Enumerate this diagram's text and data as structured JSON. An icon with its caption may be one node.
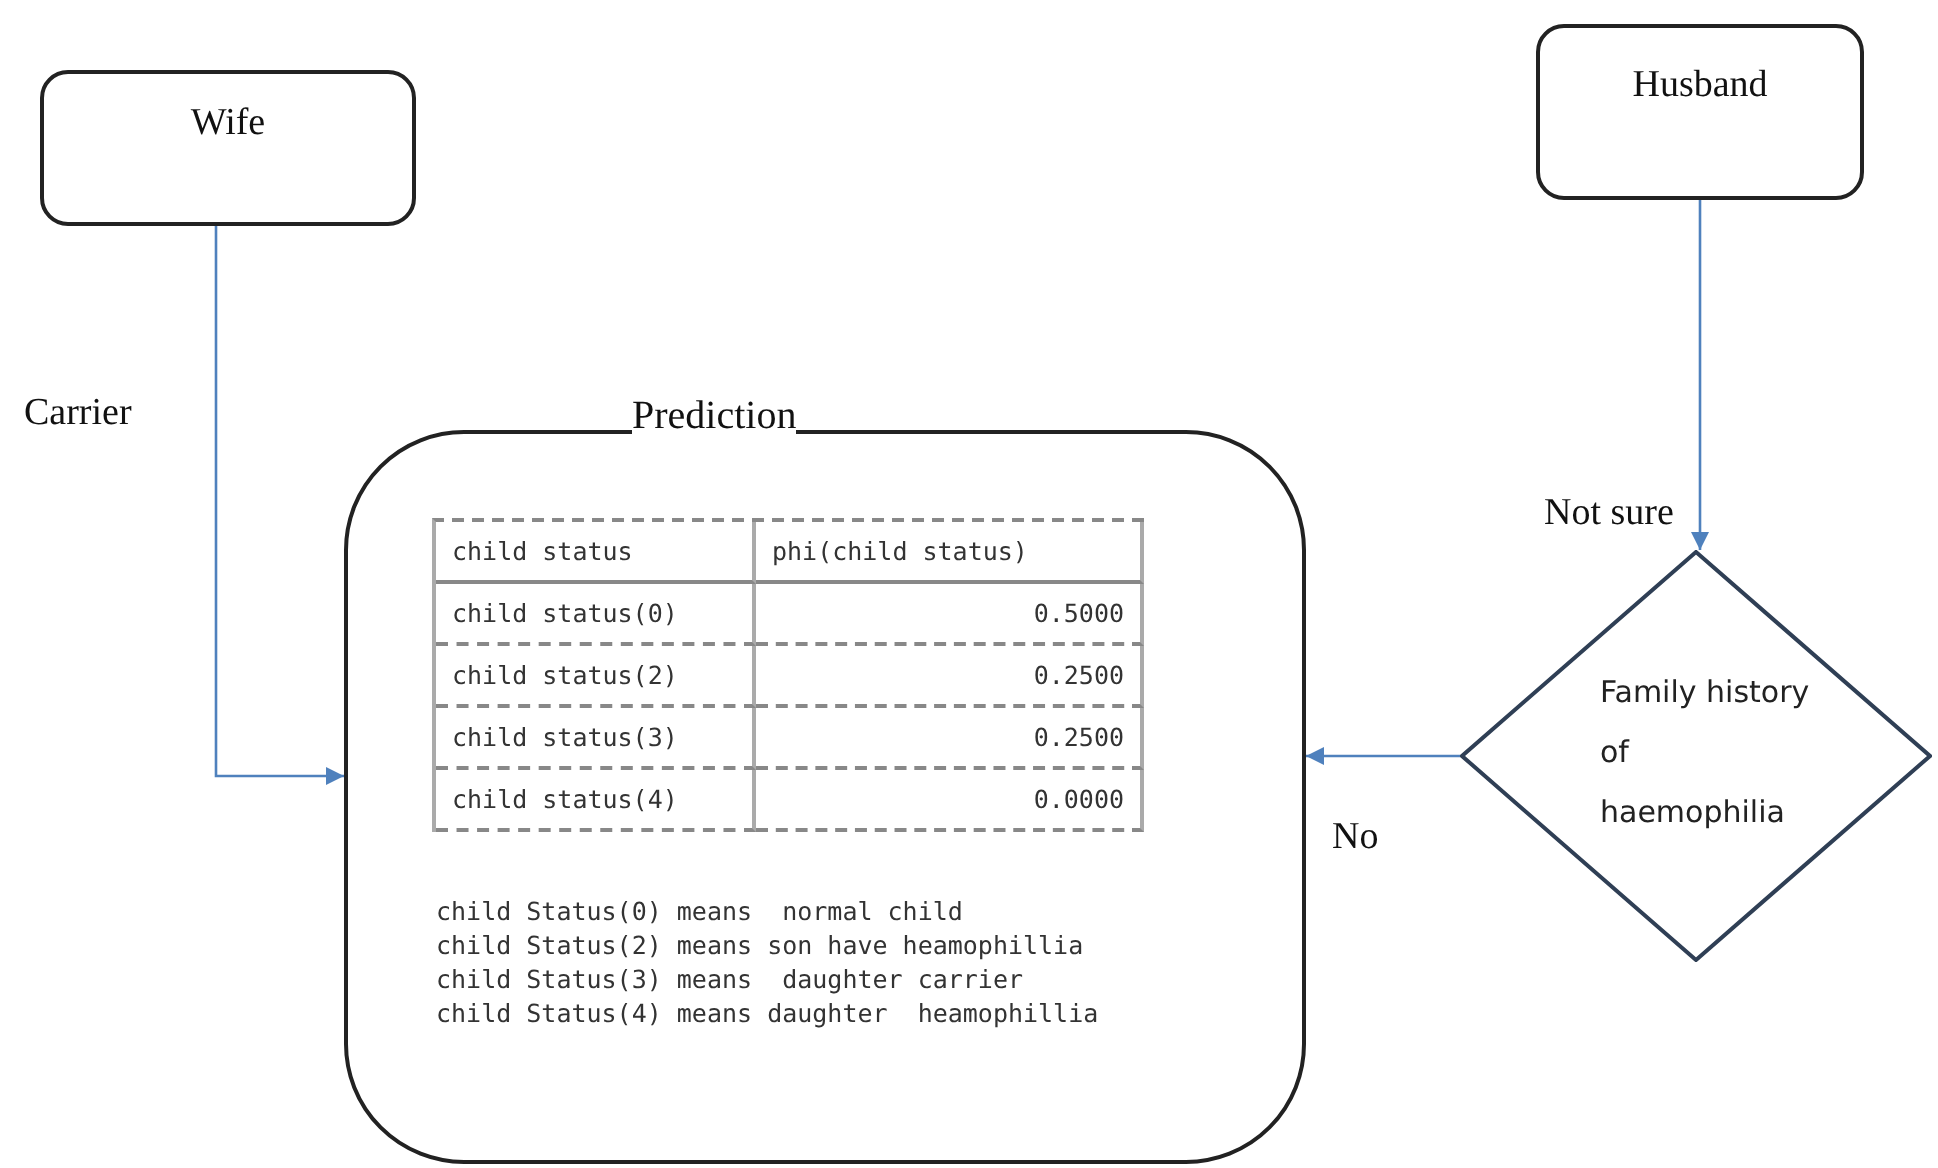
{
  "diagram": {
    "nodes": [
      {
        "text": [
          "Wife"
        ]
      },
      {
        "text": [
          "Husband"
        ]
      },
      {
        "text": [
          "Prediction"
        ]
      },
      {
        "text": [
          "Family history of haemophilia"
        ]
      }
    ],
    "edges": [
      {
        "from": 0,
        "to": 2,
        "arrow": "to",
        "label": "Carrier"
      },
      {
        "from": 1,
        "to": 3,
        "arrow": "to",
        "label": "Not sure"
      },
      {
        "from": 3,
        "to": 2,
        "arrow": "to",
        "label": "No"
      }
    ],
    "labels": [
      "child status",
      "phi(child status)",
      "child status(0)",
      "0.5000",
      "child status(2)",
      "0.2500",
      "child status(3)",
      "0.2500",
      "child status(4)",
      "0.0000",
      "child Status(0) means  normal child",
      "child Status(2) means son have heamophillia",
      "child Status(3) means  daughter carrier",
      "child Status(4) means daughter  heamophillia"
    ]
  }
}
